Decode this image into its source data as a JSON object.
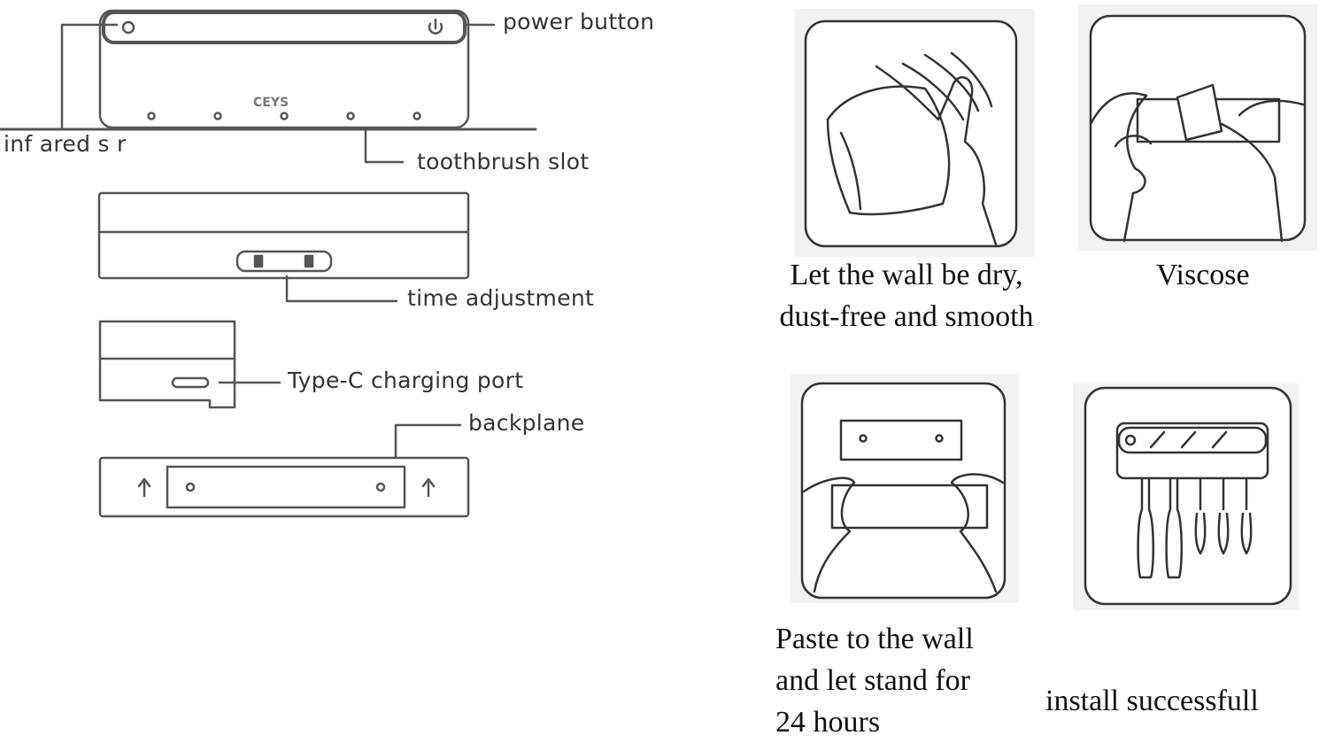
{
  "left_diagram": {
    "device_brand": "CEYS",
    "labels": {
      "power_button": "power button",
      "infrared_sensor": "inf ared s       r",
      "toothbrush_slot": "toothbrush slot",
      "time_adjustment": "time adjustment",
      "charging_port": "Type-C charging port",
      "backplane": "backplane"
    }
  },
  "install_steps": [
    {
      "lines": [
        "Let the wall be dry,",
        "dust-free and smooth"
      ]
    },
    {
      "lines": [
        "Viscose"
      ]
    },
    {
      "lines": [
        "Paste to the wall",
        "and let stand for",
        "24 hours"
      ]
    },
    {
      "lines": [
        "install successfull"
      ]
    }
  ]
}
